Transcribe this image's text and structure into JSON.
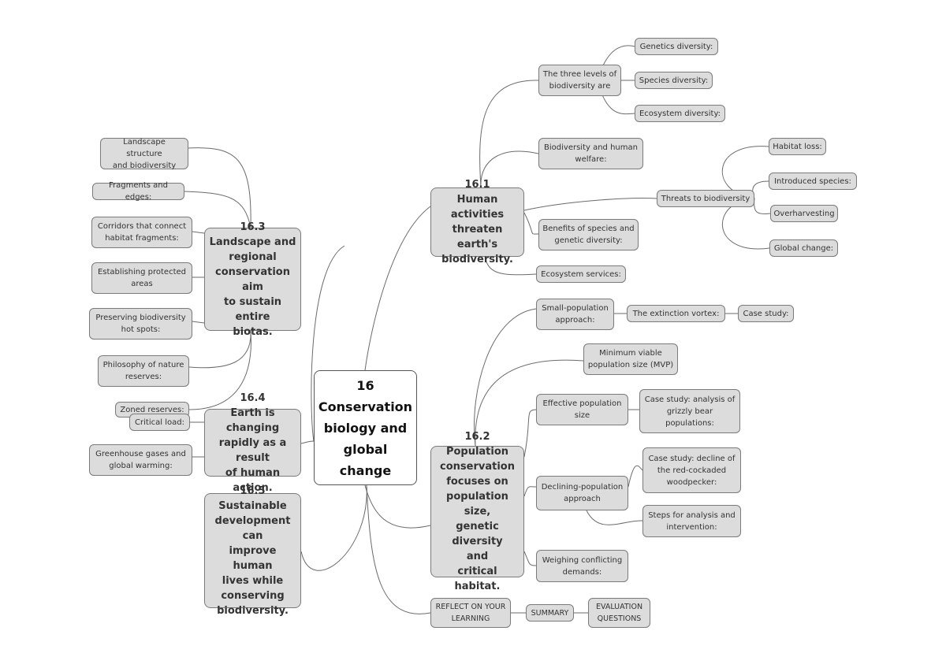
{
  "central": "16\nConservation\nbiology and\nglobal\nchange",
  "s161": {
    "title": "16.1\nHuman activities\nthreaten earth's\nbiodiversity.",
    "levels": "The three levels of\nbiodiversity are",
    "genetics": "Genetics diversity:",
    "species": "Species diversity:",
    "ecosystem": "Ecosystem diversity:",
    "welfare": "Biodiversity and human\nwelfare:",
    "threats": "Threats to biodiversity",
    "habitat_loss": "Habitat loss:",
    "introduced": "Introduced species:",
    "overharvesting": "Overharvesting",
    "global_change": "Global change:",
    "benefits": "Benefits of species and\ngenetic diversity:",
    "services": "Ecosystem services:"
  },
  "s162": {
    "title": "16.2\nPopulation\nconservation\nfocuses on\npopulation size,\ngenetic diversity\nand\ncritical habitat.",
    "small": "Small-population\napproach:",
    "vortex": "The extinction vortex:",
    "case": "Case study:",
    "mvp": "Minimum viable\npopulation size (MVP)",
    "effective": "Effective population\nsize",
    "grizzly": "Case study: analysis of\ngrizzly bear\npopulations:",
    "declining": "Declining-population\napproach",
    "woodpecker": "Case study: decline of\nthe red-cockaded\nwoodpecker:",
    "steps": "Steps for analysis and\nintervention:",
    "weighing": "Weighing conflicting\ndemands:"
  },
  "s163": {
    "title": "16.3\nLandscape and\nregional\nconservation aim\nto sustain entire\nbiotas.",
    "structure": "Landscape structure\nand biodiversity",
    "fragments": "Fragments and edges:",
    "corridors": "Corridors that connect\nhabitat fragments:",
    "protected": "Establishing protected\nareas",
    "hotspots": "Preserving biodiversity\nhot spots:",
    "philosophy": "Philosophy of nature\nreserves:",
    "zoned": "Zoned reserves:"
  },
  "s164": {
    "title": "16.4\nEarth is changing\nrapidly as a result\nof human action.",
    "critical": "Critical load:",
    "greenhouse": "Greenhouse gases and\nglobal warming:"
  },
  "s165": {
    "title": "16.5\nSustainable\ndevelopment can\nimprove human\nlives while\nconserving\nbiodiversity."
  },
  "reflect": {
    "reflect": "REFLECT ON YOUR\nLEARNING",
    "summary": "SUMMARY",
    "evaluation": "EVALUATION\nQUESTIONS"
  },
  "colors": {
    "node_fill": "#dcdcdc",
    "node_border": "#7a7a7a",
    "line": "#6b6b6b",
    "central_fill": "#ffffff"
  }
}
